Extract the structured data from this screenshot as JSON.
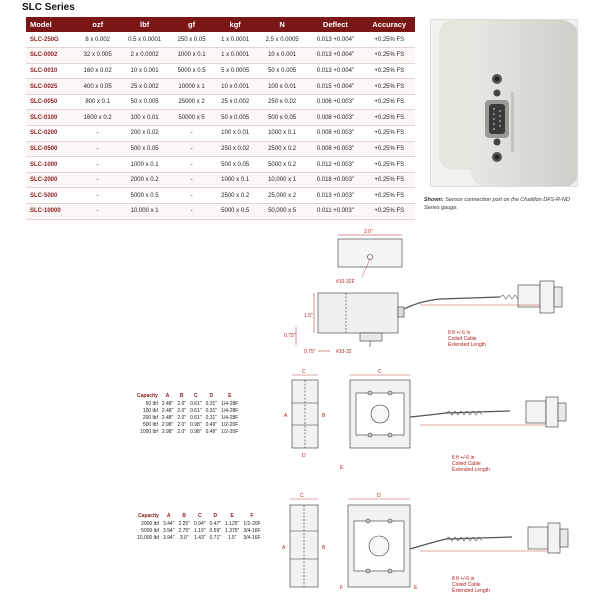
{
  "title": "SLC Series",
  "table": {
    "headers": [
      "Model",
      "ozf",
      "lbf",
      "gf",
      "kgf",
      "N",
      "Deflect",
      "Accuracy"
    ],
    "rows": [
      [
        "SLC-250G",
        "8 x 0.002",
        "0.5 x 0.0001",
        "250 x 0.05",
        "1 x 0.0001",
        "2.5 x 0.0005",
        "0.013 +0.004\"",
        "+0.25% FS"
      ],
      [
        "SLC-0002",
        "32 x 0.005",
        "2 x 0.0002",
        "1000 x 0.1",
        "1 x 0.0001",
        "10 x 0.001",
        "0.013 +0.004\"",
        "+0.25% FS"
      ],
      [
        "SLC-0010",
        "160 x 0.02",
        "10 x 0.001",
        "5000 x 0.5",
        "5 x 0.0005",
        "50 x 0.005",
        "0.013 +0.004\"",
        "+0.25% FS"
      ],
      [
        "SLC-0025",
        "400 x 0.05",
        "25 x 0.002",
        "10000 x 1",
        "10 x 0.001",
        "100 x 0.01",
        "0.015 +0.004\"",
        "+0.25% FS"
      ],
      [
        "SLC-0050",
        "800 x 0.1",
        "50 x 0.005",
        "25000 x 2",
        "25 x 0.002",
        "250 x 0.02",
        "0.006 +0.003\"",
        "+0.25% FS"
      ],
      [
        "SLC-0100",
        "1600 x 0.2",
        "100 x 0.01",
        "50000 x 5",
        "50 x 0.005",
        "500 x 0.05",
        "0.008 +0.003\"",
        "+0.25% FS"
      ],
      [
        "SLC-0200",
        "-",
        "200 x 0.02",
        "-",
        "100 x 0.01",
        "1000 x 0.1",
        "0.008 +0.003\"",
        "+0.25% FS"
      ],
      [
        "SLC-0500",
        "-",
        "500 x 0.05",
        "-",
        "250 x 0.02",
        "2500 x 0.2",
        "0.008 +0.003\"",
        "+0.25% FS"
      ],
      [
        "SLC-1000",
        "-",
        "1000 x 0.1",
        "-",
        "500 x 0.05",
        "5000 x 0.2",
        "0.012 +0.003\"",
        "+0.25% FS"
      ],
      [
        "SLC-2000",
        "-",
        "2000 x 0.2",
        "-",
        "1000 x 0.1",
        "10,000 x 1",
        "0.018 +0.003\"",
        "+0.25% FS"
      ],
      [
        "SLC-5000",
        "-",
        "5000 x 0.5",
        "-",
        "2500 x 0.2",
        "25,000 x 2",
        "0.013 +0.003\"",
        "+0.25% FS"
      ],
      [
        "SLC-10000",
        "-",
        "10,000 x 1",
        "-",
        "5000 x 0.5",
        "50,000 x 5",
        "0.011 +0.003\"",
        "+0.25% FS"
      ]
    ]
  },
  "caption": {
    "lead": "Shown:",
    "text": " Sensor connection port on the Chatillon DFS-R-ND Series gauge."
  },
  "drawing1": {
    "width": "2.0\"",
    "height": "1.5\"",
    "depth": "0.75\"",
    "offset": "0.75\"",
    "thread_top": "#10-32F",
    "thread_bottom": "#10-32",
    "cable": [
      "8 ft +/-6 in",
      "Coiled Cable",
      "Extended Length"
    ]
  },
  "drawing2": {
    "headers": [
      "Capacity",
      "A",
      "B",
      "C",
      "D",
      "E"
    ],
    "rows": [
      [
        "50 lbf",
        "2.48\"",
        "2.0\"",
        "0.61\"",
        "0.31\"",
        "1/4-28F"
      ],
      [
        "100 lbf",
        "2.48\"",
        "2.0\"",
        "0.61\"",
        "0.31\"",
        "1/4-28F"
      ],
      [
        "200 lbf",
        "2.48\"",
        "2.0\"",
        "0.61\"",
        "0.31\"",
        "1/4-28F"
      ],
      [
        "500 lbf",
        "2.98\"",
        "2.0\"",
        "0.98\"",
        "0.49\"",
        "1/2-20F"
      ],
      [
        "1000 lbf",
        "2.98\"",
        "2.0\"",
        "0.98\"",
        "0.49\"",
        "1/2-20F"
      ]
    ],
    "cable": [
      "8 ft +/-6 in",
      "Coiled Cable",
      "Extended Length"
    ]
  },
  "drawing3": {
    "headers": [
      "Capacity",
      "A",
      "B",
      "C",
      "D",
      "E",
      "F"
    ],
    "rows": [
      [
        "2000 lbf",
        "3.44\"",
        "2.25\"",
        "0.94\"",
        "0.47\"",
        "1.125\"",
        "1/2-20F"
      ],
      [
        "5000 lbf",
        "3.94\"",
        "2.75\"",
        "1.19\"",
        "0.59\"",
        "1.375\"",
        "3/4-16F"
      ],
      [
        "10,000 lbf",
        "3.94\"",
        "3.0\"",
        "1.43\"",
        "0.71\"",
        "1.5\"",
        "3/4-16F"
      ]
    ],
    "cable": [
      "8 ft +/-6 in",
      "Coiled Cable",
      "Extended Length"
    ]
  },
  "letters": {
    "a": "A",
    "b": "B",
    "c": "C",
    "d": "D",
    "e": "E",
    "f": "F"
  },
  "colors": {
    "header_bg": "#7a1616",
    "model_text": "#8c1a1a",
    "dimension": "#b22222"
  }
}
